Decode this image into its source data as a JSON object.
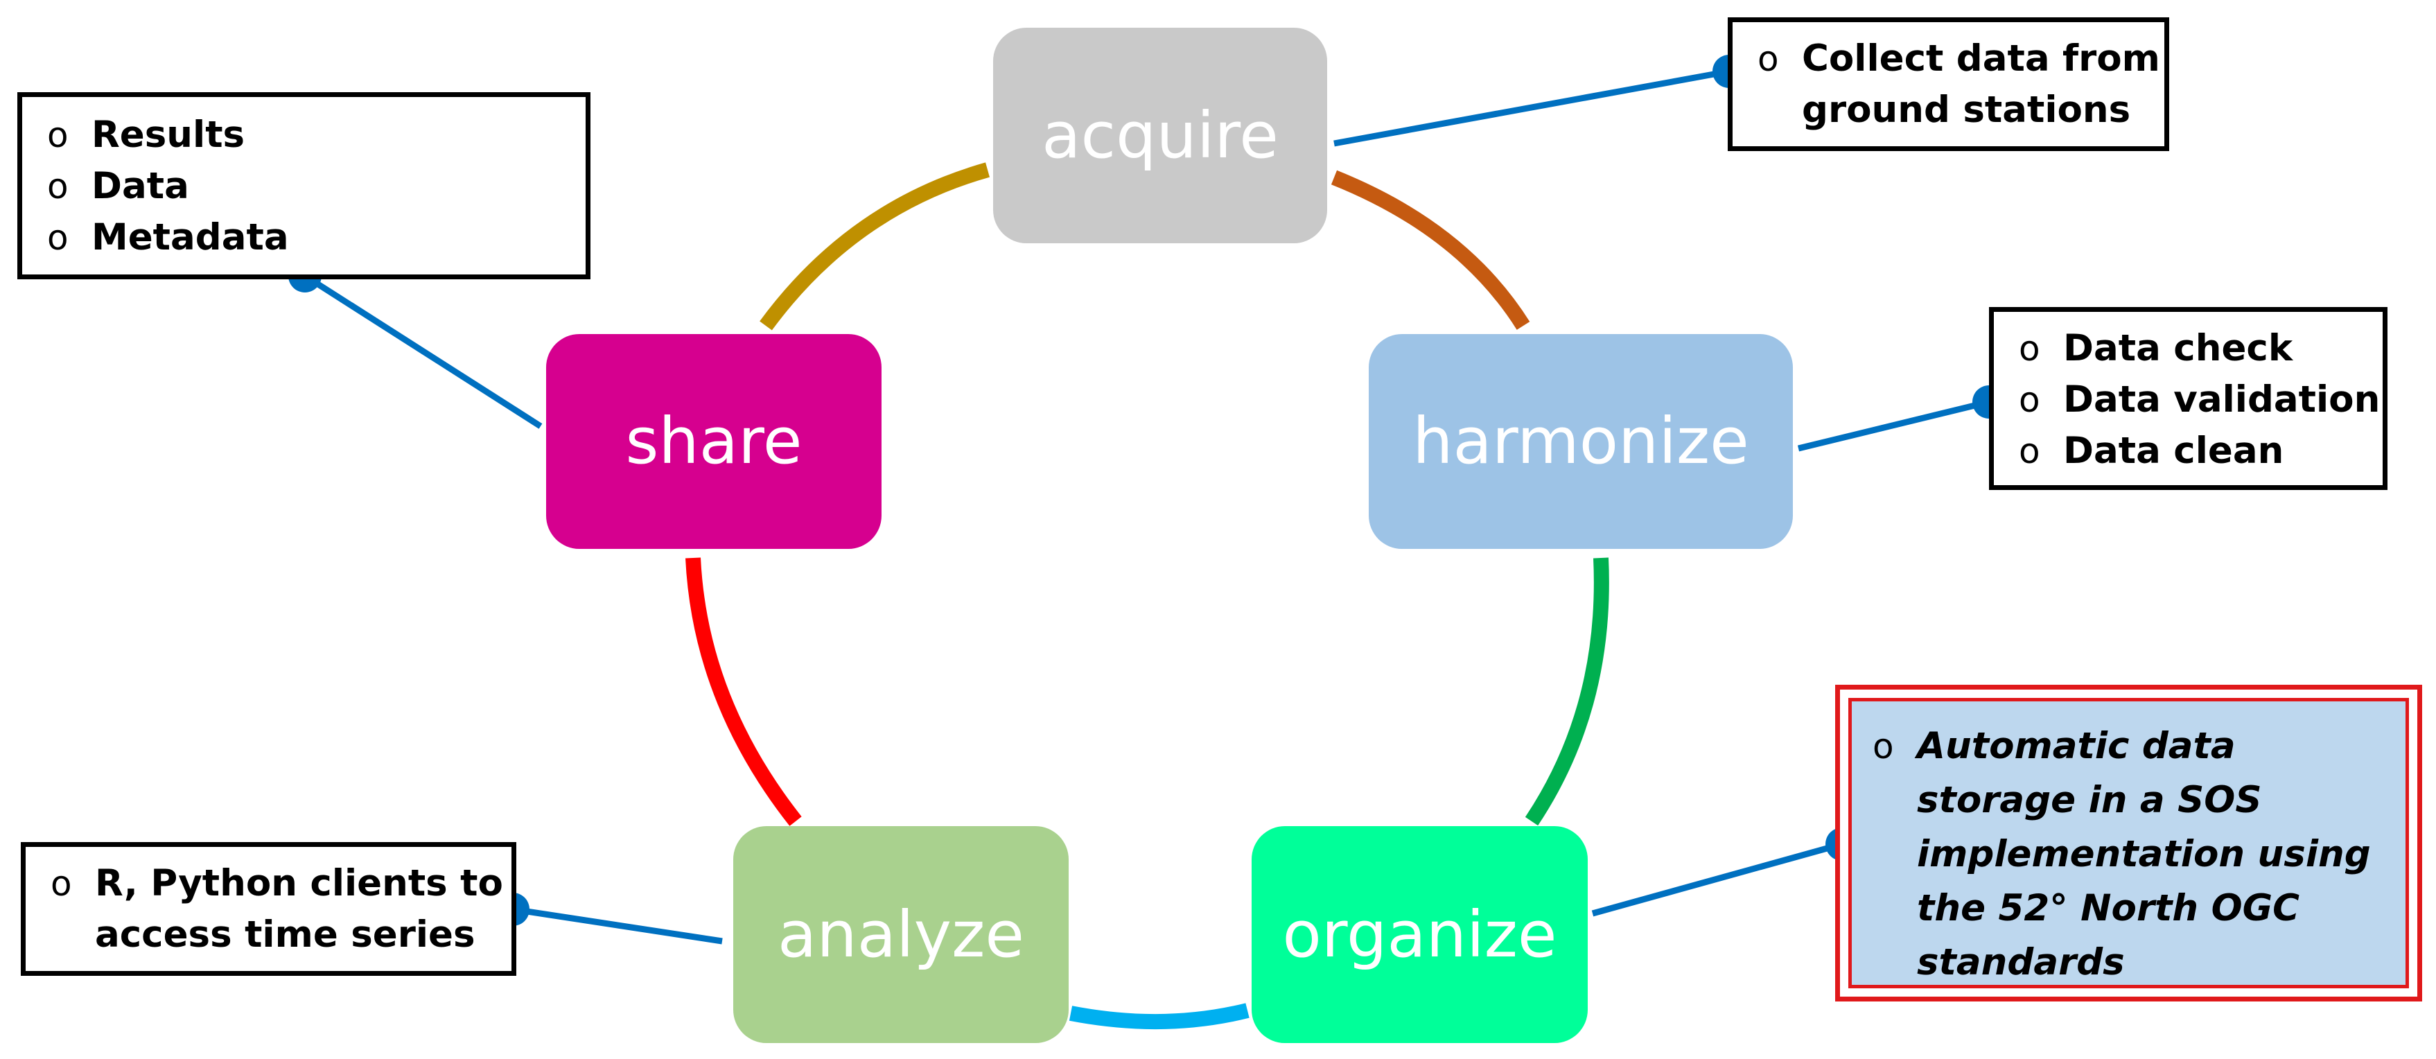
{
  "stages": [
    {
      "id": "acquire",
      "label": "acquire",
      "color": "#c9c9c9"
    },
    {
      "id": "harmonize",
      "label": "harmonize",
      "color": "#9dc3e6"
    },
    {
      "id": "organize",
      "label": "organize",
      "color": "#00ff99"
    },
    {
      "id": "analyze",
      "label": "analyze",
      "color": "#a9d18e"
    },
    {
      "id": "share",
      "label": "share",
      "color": "#d6008f"
    }
  ],
  "connectors": [
    {
      "from": "acquire",
      "to": "harmonize",
      "color": "#c55a11"
    },
    {
      "from": "harmonize",
      "to": "organize",
      "color": "#00b050"
    },
    {
      "from": "organize",
      "to": "analyze",
      "color": "#00b0f0"
    },
    {
      "from": "analyze",
      "to": "share",
      "color": "#ff0000"
    },
    {
      "from": "share",
      "to": "acquire",
      "color": "#bf9000"
    }
  ],
  "callouts": {
    "acquire": {
      "items": [
        "Collect data from ground stations"
      ]
    },
    "harmonize": {
      "items": [
        "Data check",
        "Data validation",
        "Data clean"
      ]
    },
    "organize": {
      "items": [
        "Automatic data storage in a SOS implementation using the 52° North OGC standards"
      ]
    },
    "analyze": {
      "items": [
        "R, Python clients to access time series"
      ]
    },
    "share": {
      "items": [
        "Results",
        "Data",
        "Metadata"
      ]
    }
  },
  "bullet_symbol": "o",
  "leader_color": "#0070c0"
}
